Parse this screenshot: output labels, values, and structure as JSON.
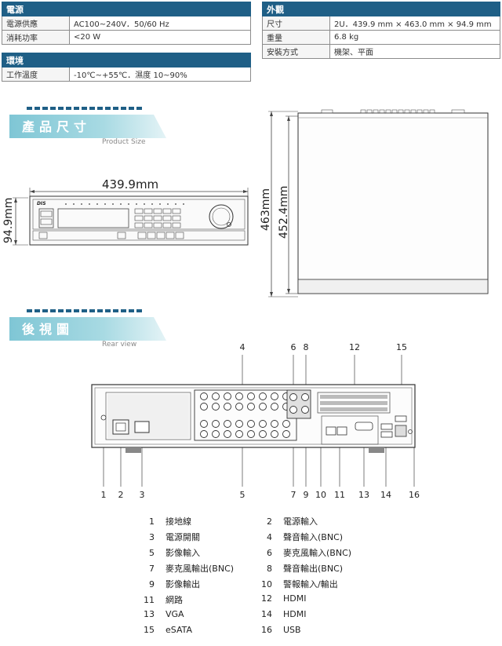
{
  "power_spec": {
    "header": "電源",
    "rows": [
      {
        "label": "電源供應",
        "value": "AC100~240V．50/60 Hz"
      },
      {
        "label": "消耗功率",
        "value": "<20 W"
      }
    ]
  },
  "env_spec": {
    "header": "環境",
    "rows": [
      {
        "label": "工作溫度",
        "value": "-10℃~+55℃．濕度 10~90%"
      }
    ]
  },
  "appearance_spec": {
    "header": "外觀",
    "rows": [
      {
        "label": "尺寸",
        "value": "2U．439.9 mm × 463.0 mm × 94.9 mm"
      },
      {
        "label": "重量",
        "value": "6.8 kg"
      },
      {
        "label": "安裝方式",
        "value": "機架、平面"
      }
    ]
  },
  "product_size": {
    "title": "產品尺寸",
    "subtitle": "Product Size",
    "width_label": "439.9mm",
    "height_label": "94.9mm",
    "depth_outer_label": "463mm",
    "depth_inner_label": "452.4mm",
    "brand_text": "DIS"
  },
  "rear_view": {
    "title": "後視圖",
    "subtitle": "Rear view",
    "top_callouts": [
      "4",
      "6",
      "8",
      "12",
      "15"
    ],
    "bottom_callouts": [
      "1",
      "2",
      "3",
      "5",
      "7",
      "9",
      "10",
      "11",
      "13",
      "14",
      "16"
    ]
  },
  "legend": [
    {
      "num": "1",
      "text": "接地線"
    },
    {
      "num": "2",
      "text": "電源輸入"
    },
    {
      "num": "3",
      "text": "電源開關"
    },
    {
      "num": "4",
      "text": "聲音輸入(BNC)"
    },
    {
      "num": "5",
      "text": "影像輸入"
    },
    {
      "num": "6",
      "text": "麥克風輸入(BNC)"
    },
    {
      "num": "7",
      "text": "麥克風輸出(BNC)"
    },
    {
      "num": "8",
      "text": "聲音輸出(BNC)"
    },
    {
      "num": "9",
      "text": "影像輸出"
    },
    {
      "num": "10",
      "text": "警報輸入/輸出"
    },
    {
      "num": "11",
      "text": "網路"
    },
    {
      "num": "12",
      "text": "HDMI"
    },
    {
      "num": "13",
      "text": "VGA"
    },
    {
      "num": "14",
      "text": "HDMI"
    },
    {
      "num": "15",
      "text": "eSATA"
    },
    {
      "num": "16",
      "text": "USB"
    }
  ]
}
